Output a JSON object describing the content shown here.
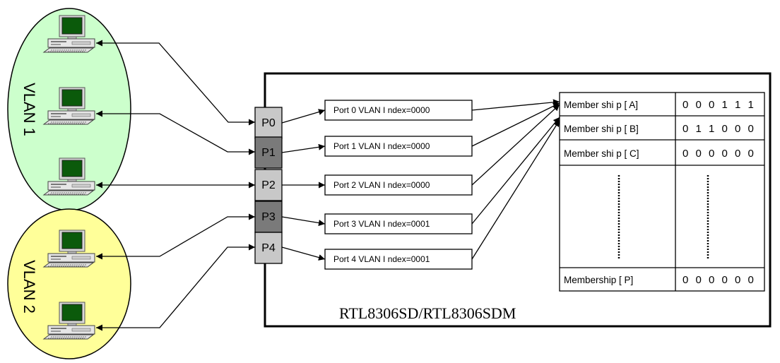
{
  "vlans": [
    {
      "label": "VLAN 1",
      "color": "#ccffcc"
    },
    {
      "label": "VLAN 2",
      "color": "#ffff99"
    }
  ],
  "ports": [
    {
      "label": "P0",
      "color": "#c8c8c8"
    },
    {
      "label": "P1",
      "color": "#7a7a7a"
    },
    {
      "label": "P2",
      "color": "#c8c8c8"
    },
    {
      "label": "P3",
      "color": "#7a7a7a"
    },
    {
      "label": "P4",
      "color": "#c8c8c8"
    }
  ],
  "vlan_index_boxes": [
    "Port  0  VLAN I ndex=0000",
    "Port  1  VLAN I ndex=0000",
    "Port  2  VLAN I ndex=0000",
    "Port  3  VLAN I ndex=0001",
    "Port  4  VLAN I ndex=0001"
  ],
  "membership": [
    {
      "label": "Member shi p [ A]",
      "value": "0 0 0 1 1 1"
    },
    {
      "label": "Member shi p [ B]",
      "value": "0 1 1 0 0 0"
    },
    {
      "label": "Member shi p [ C]",
      "value": "0 0 0 0 0 0"
    },
    {
      "label": "Membership [ P]",
      "value": "0 0 0 0 0 0"
    }
  ],
  "chip_label": "RTL8306SD/RTL8306SDM",
  "icons": {
    "pc": "desktop-computer-icon"
  }
}
